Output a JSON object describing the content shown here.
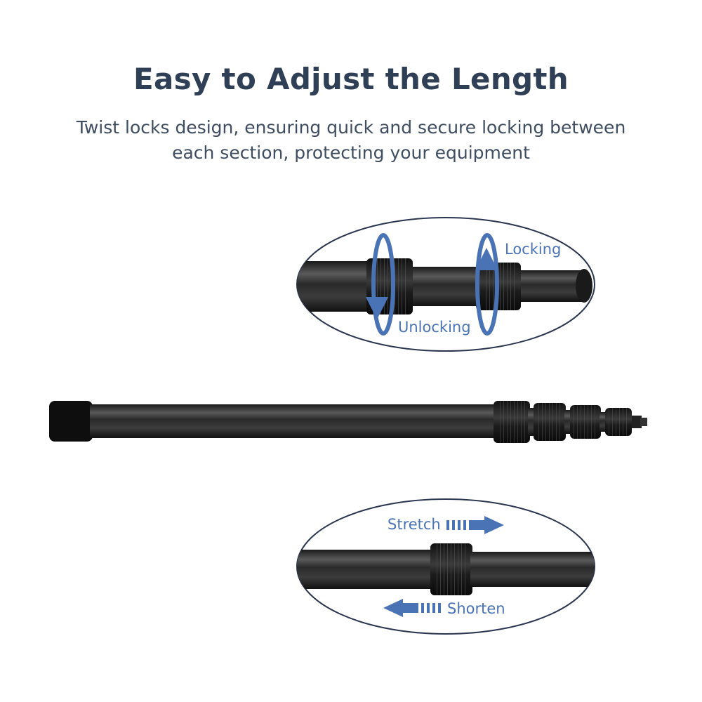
{
  "heading": "Easy to Adjust the Length",
  "subheading_line1": "Twist locks design, ensuring quick and secure locking between",
  "subheading_line2": "each section, protecting your equipment",
  "top_callout": {
    "locking_label": "Locking",
    "unlocking_label": "Unlocking"
  },
  "bottom_callout": {
    "stretch_label": "Stretch",
    "shorten_label": "Shorten"
  },
  "colors": {
    "heading": "#2f3f56",
    "body_text": "#3e4d60",
    "accent_blue": "#4a73b5",
    "ellipse_border": "#2a3550",
    "pole": "#2b2b2b"
  }
}
